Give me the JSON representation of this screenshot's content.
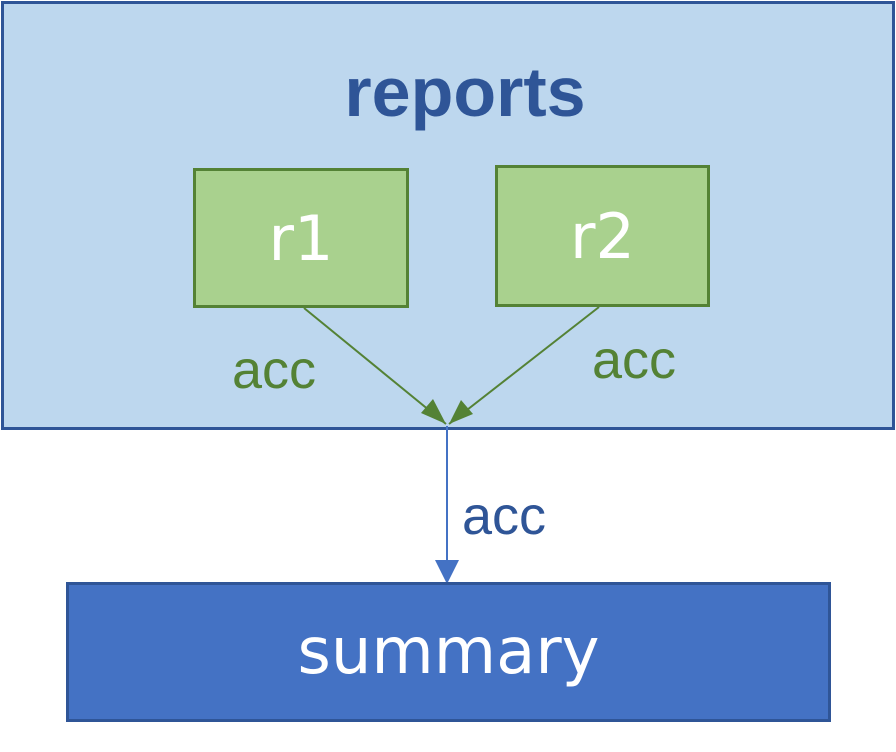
{
  "group": {
    "title": "reports"
  },
  "nodes": {
    "r1": "r1",
    "r2": "r2",
    "summary": "summary"
  },
  "edges": {
    "r1_to_group": "acc",
    "r2_to_group": "acc",
    "group_to_summary": "acc"
  },
  "colors": {
    "group_fill": "#bdd7ee",
    "group_border": "#2f5597",
    "report_fill": "#a9d18e",
    "report_border": "#548235",
    "summary_fill": "#4472c4",
    "summary_arrow": "#4472c4"
  }
}
